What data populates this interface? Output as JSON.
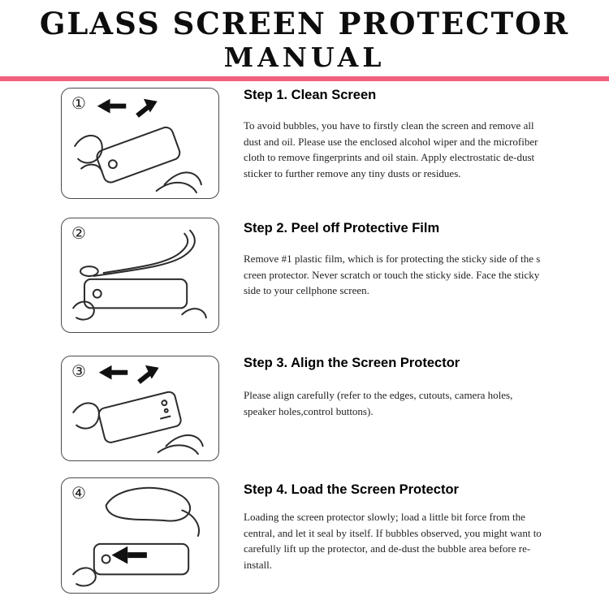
{
  "title": {
    "line1": "GLASS SCREEN PROTECTOR",
    "line2": "MANUAL"
  },
  "accent_color": "#f2607d",
  "steps": [
    {
      "number_symbol": "①",
      "heading": "Step 1. Clean Screen",
      "body": "To avoid bubbles, you have to firstly clean the screen and remove all dust and oil. Please use the enclosed alcohol wiper and the microfiber cloth to remove fingerprints and oil stain. Apply electrostatic de-dust sticker to further remove any tiny dusts or residues.",
      "illustration": "hands-cleaning-phone-with-arrows"
    },
    {
      "number_symbol": "②",
      "heading": "Step 2. Peel off Protective Film",
      "body": "Remove #1 plastic film, which is for protecting the sticky side of the s creen protector. Never scratch or touch the sticky side. Face the sticky side to your cellphone screen.",
      "illustration": "peeling-film-off-protector"
    },
    {
      "number_symbol": "③",
      "heading": "Step 3. Align the Screen Protector",
      "body": "Please align carefully (refer to the edges, cutouts, camera holes, speaker holes,control buttons).",
      "illustration": "aligning-protector-with-arrows"
    },
    {
      "number_symbol": "④",
      "heading": "Step 4. Load the Screen Protector",
      "body": "Loading the screen protector slowly; load a little bit force from the central, and let it seal by itself. If bubbles observed, you might want to carefully lift up the protector, and de-dust the bubble area before re-install.",
      "illustration": "pressing-protector-onto-screen"
    }
  ]
}
